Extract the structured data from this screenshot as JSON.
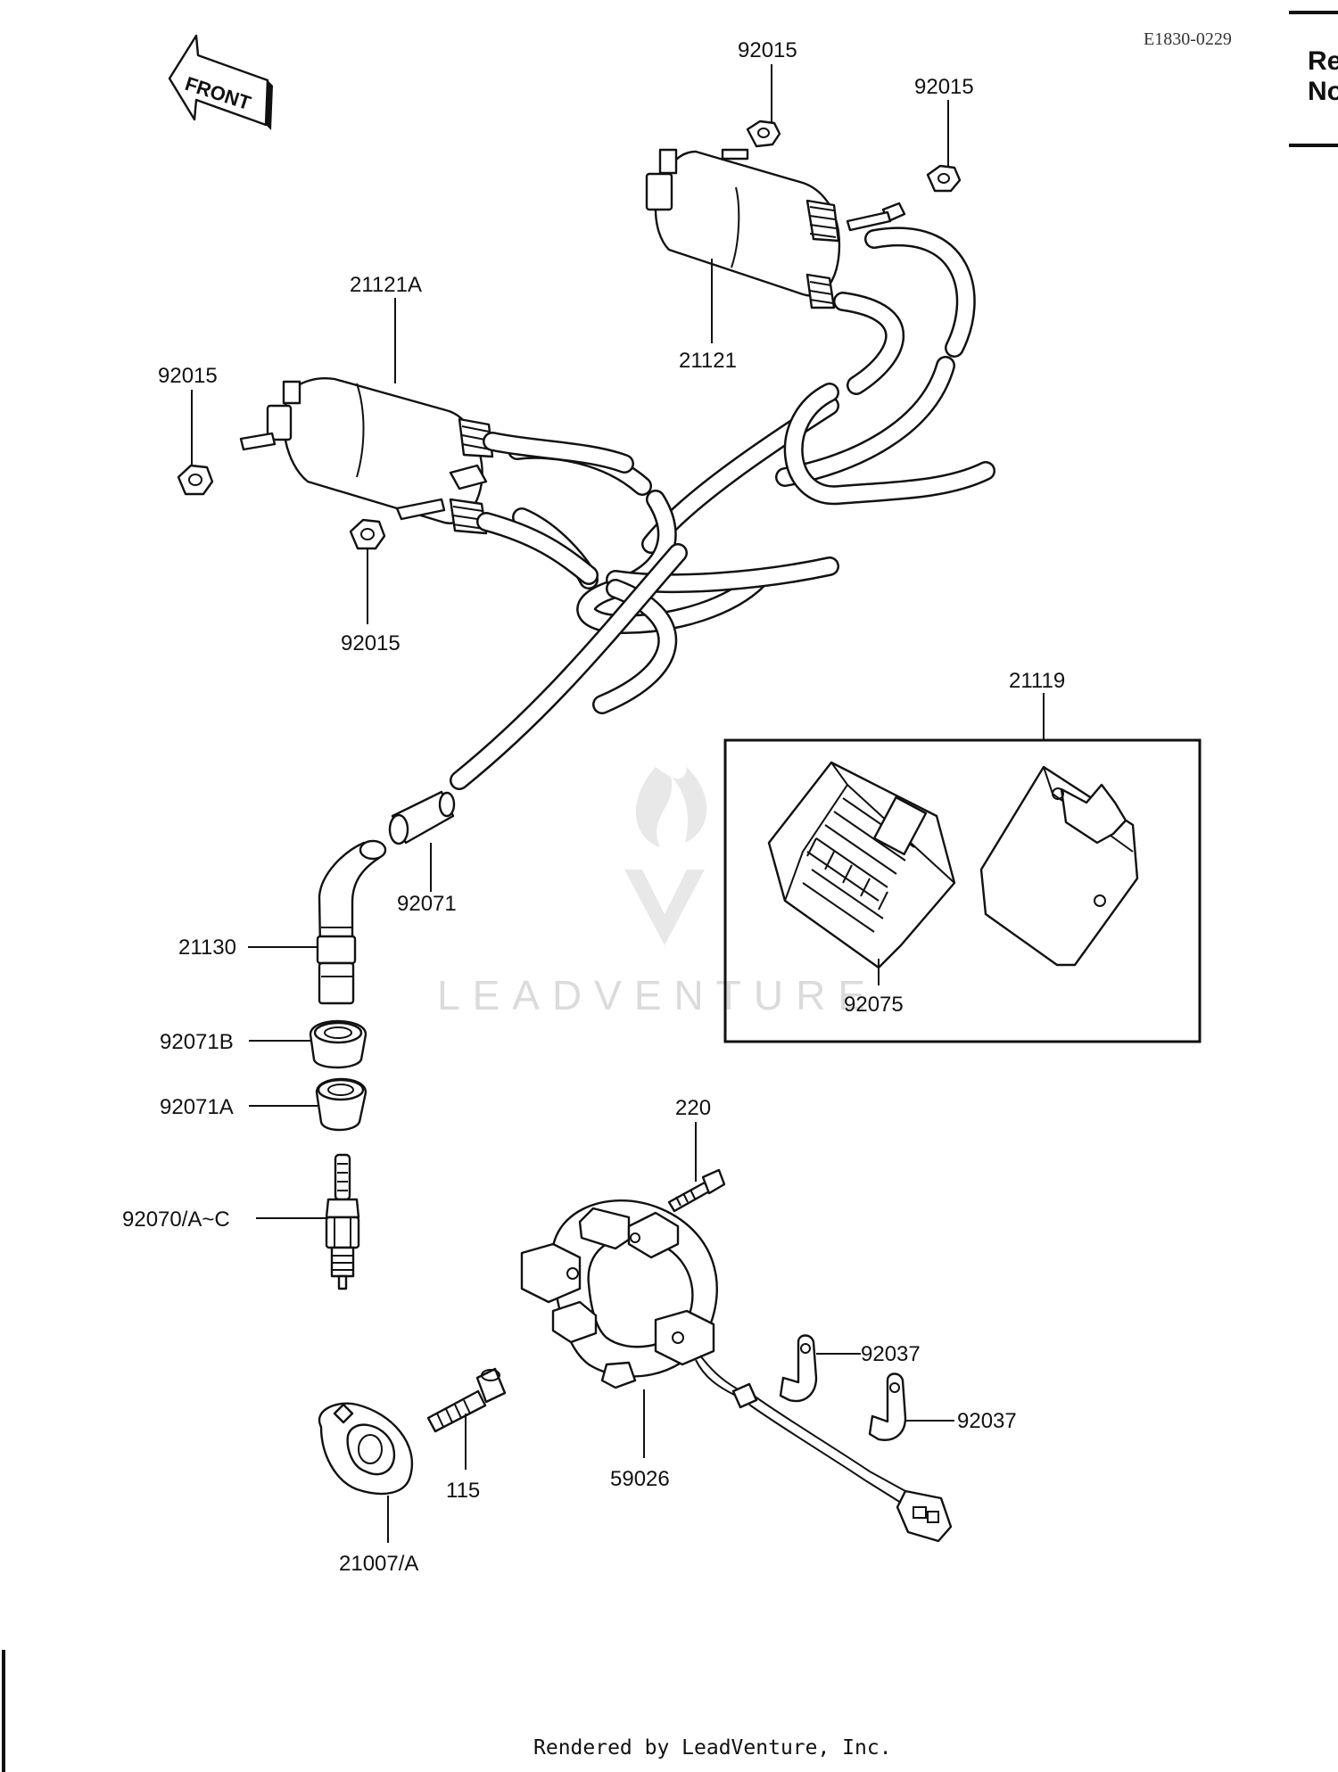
{
  "diagram_code": "E1830-0229",
  "header_fragment": [
    "Re",
    "No"
  ],
  "front_label": "FRONT",
  "watermark": "LEADVENTURE",
  "footer": "Rendered by LeadVenture, Inc.",
  "callouts": {
    "nut_top_left": "92015",
    "nut_top_right": "92015",
    "coil_rear": "21121A",
    "coil_front": "21121",
    "nut_left_upper": "92015",
    "nut_left_lower": "92015",
    "box_group": "21119",
    "igniter": "92075",
    "plug_cap_seal": "92071",
    "plug_cap": "21130",
    "seal_b": "92071B",
    "seal_a": "92071A",
    "spark_plug": "92070/A~C",
    "bolt_stator": "220",
    "clamp_upper": "92037",
    "clamp_lower": "92037",
    "cover": "21007/A",
    "bolt_cover": "115",
    "pickup_coil": "59026"
  }
}
